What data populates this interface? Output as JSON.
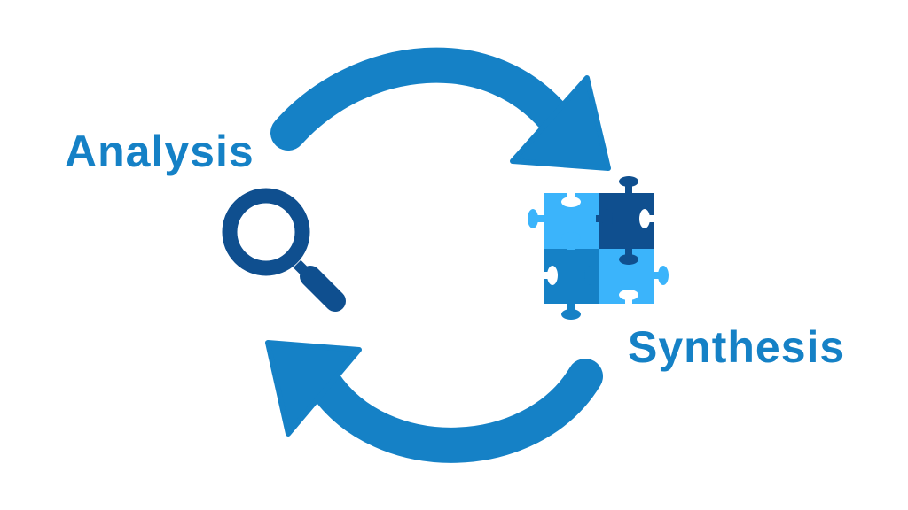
{
  "labels": {
    "analysis": "Analysis",
    "synthesis": "Synthesis"
  },
  "icons": {
    "analysis": "magnifying-glass-icon",
    "synthesis": "puzzle-icon",
    "cycle": "circular-arrows"
  },
  "colors": {
    "primary": "#1581c6",
    "dark": "#0f4f8f",
    "light": "#3bb4fb"
  }
}
